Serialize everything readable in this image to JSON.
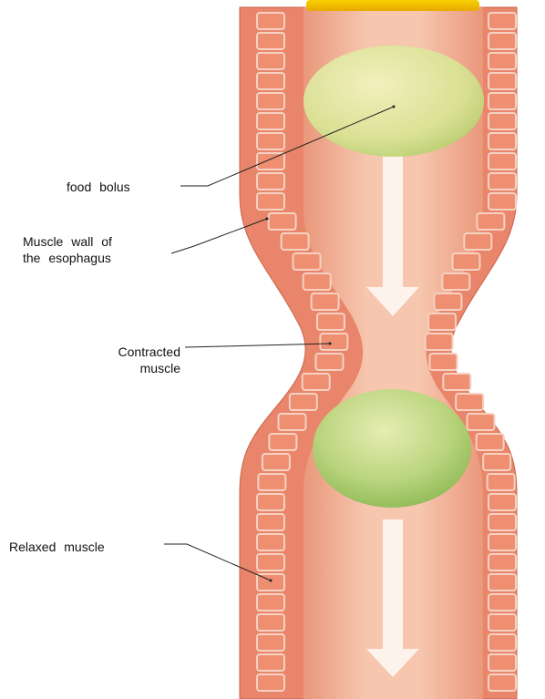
{
  "labels": {
    "food_bolus": "food bolus",
    "muscle_wall_line1": "Muscle wall of",
    "muscle_wall_line2": "the esophagus",
    "contracted_line1": "Contracted",
    "contracted_line2": "muscle",
    "relaxed": "Relaxed muscle"
  },
  "colors": {
    "wall": "#e9856a",
    "wall_dark": "#c9654a",
    "cell": "#ee8f72",
    "cell_border": "#f6d2c2",
    "lumen": "#f3b59b",
    "lumen_light": "#f8d2bf",
    "bolus_top": "#e8ec9c",
    "bolus_bottom": "#a9cc69",
    "arrow": "#fdf3ec",
    "top_cap": "#f2c200",
    "leader": "#222222"
  },
  "icons": [
    "down-arrow-icon",
    "down-arrow-icon"
  ]
}
